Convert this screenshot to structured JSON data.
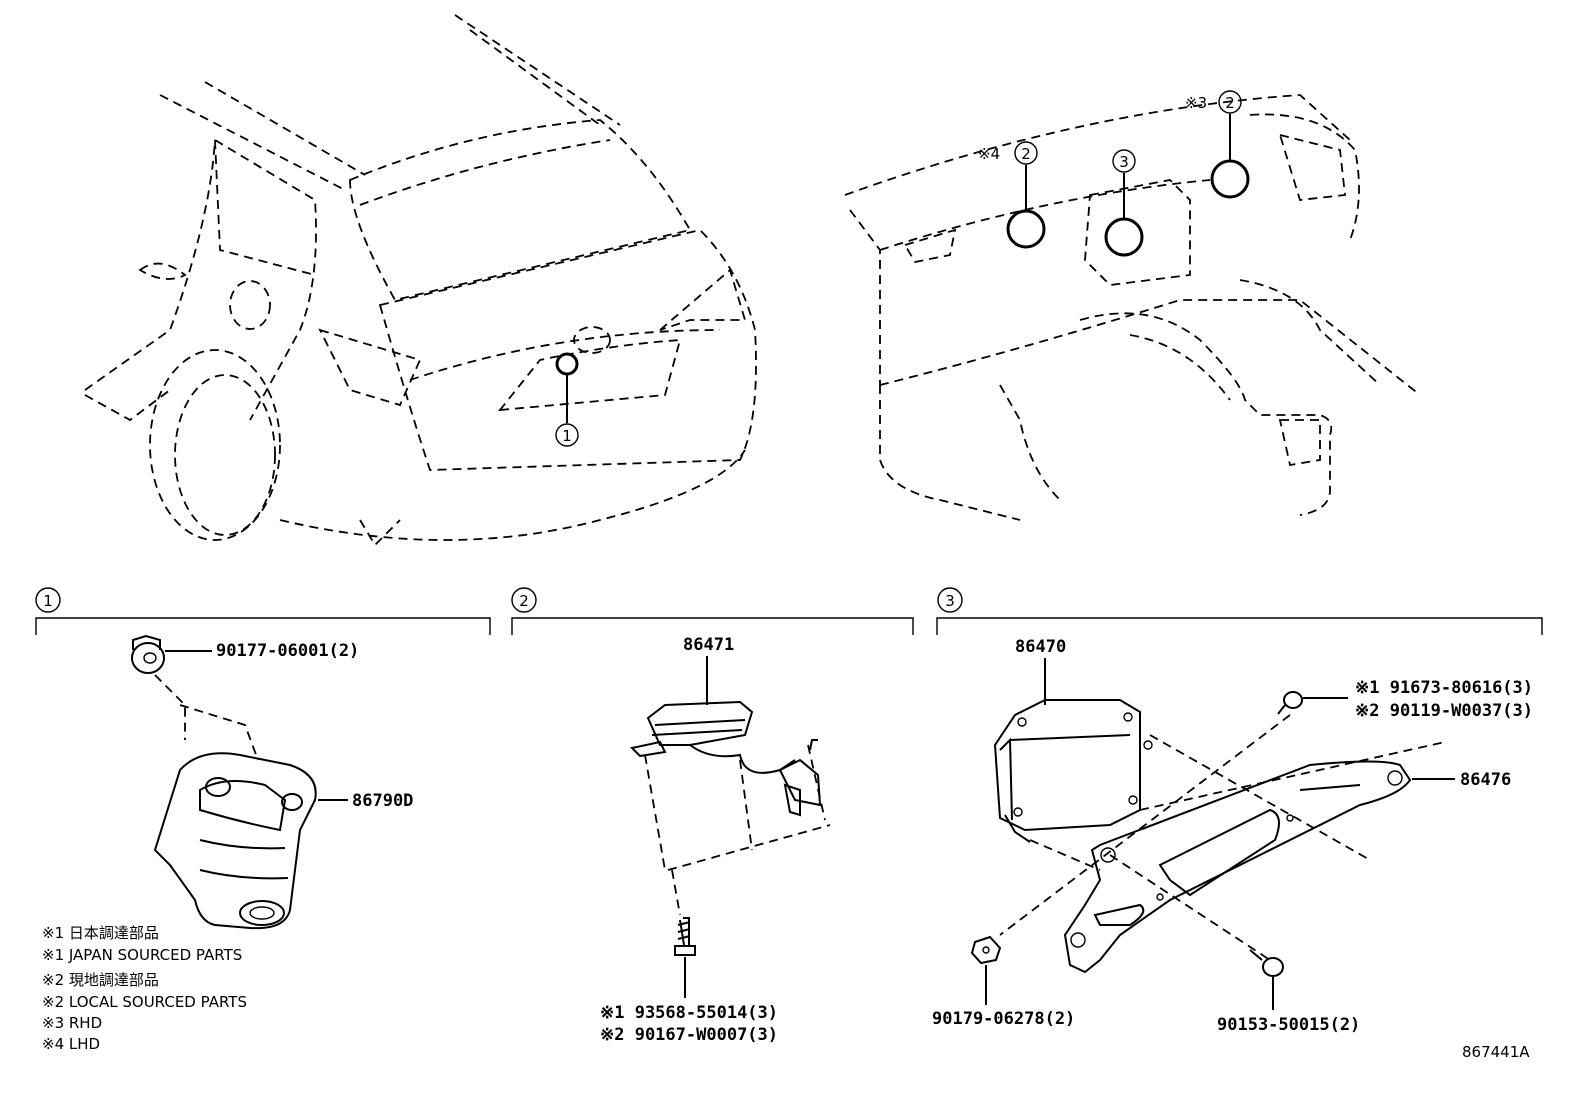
{
  "callouts": {
    "c1": "1",
    "c2": "2",
    "c3": "3"
  },
  "locator": {
    "rhd_mark": "※3",
    "lhd_mark": "※4"
  },
  "parts": {
    "p90177": "90177-06001(2)",
    "p86790D": "86790D",
    "p86471": "86471",
    "p93568": "※1 93568-55014(3)",
    "p90167": "※2 90167-W0007(3)",
    "p86470": "86470",
    "p91673": "※1 91673-80616(3)",
    "p90119": "※2 90119-W0037(3)",
    "p86476": "86476",
    "p90179": "90179-06278(2)",
    "p90153": "90153-50015(2)"
  },
  "notes": [
    "※1 日本調達部品",
    "※1 JAPAN SOURCED PARTS",
    "※2 現地調達部品",
    "※2 LOCAL SOURCED PARTS",
    "※3 RHD",
    "※4 LHD"
  ],
  "diagram_id": "867441A"
}
